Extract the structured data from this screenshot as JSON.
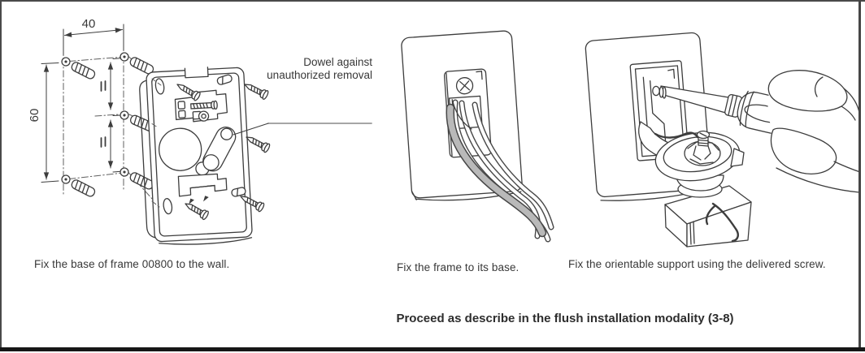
{
  "page": {
    "type": "installation-manual-step-diagrams"
  },
  "colors": {
    "line": "#3d3d3d",
    "leader_line": "#9a9a9a",
    "wire_gray": "#b9b9b9",
    "text": "#383838",
    "page_border": "#4a4a4a",
    "bottom_rule": "#161616",
    "background": "#ffffff"
  },
  "figure1": {
    "dim_width_label": "40",
    "dim_height_label": "60",
    "annotation": "Dowel against unauthorized removal",
    "caption": "Fix the base of frame 00800 to the wall."
  },
  "figure2": {
    "caption": "Fix the frame to its base."
  },
  "figure3": {
    "caption": "Fix the orientable support using the delivered screw."
  },
  "footer": {
    "instruction": "Proceed as describe in the flush installation modality (3-8)"
  }
}
